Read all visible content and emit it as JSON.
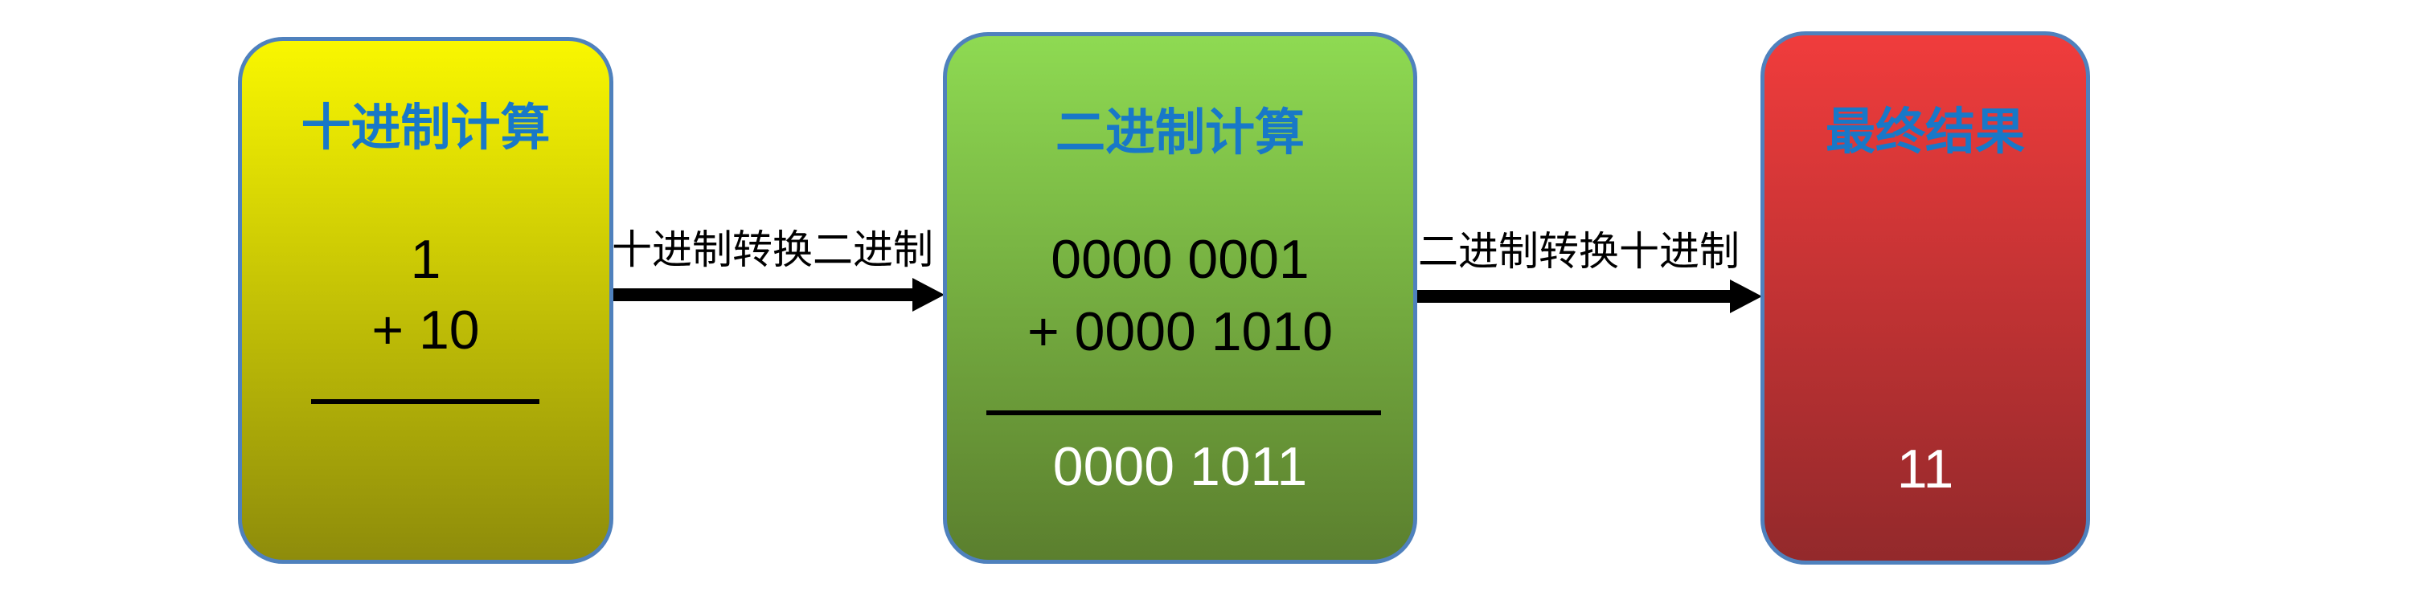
{
  "colors": {
    "border_blue": "#4F81BD",
    "title_blue": "#1878C8",
    "arrow_black": "#000000",
    "yellow_top": "#F9F700",
    "yellow_bottom": "#8E8C0B",
    "green_top": "#8EDA52",
    "green_bottom": "#5B7F2E",
    "red_top": "#F03C3C",
    "red_bottom": "#93292B"
  },
  "boxes": {
    "decimal": {
      "title": "十进制计算",
      "operand1": "1",
      "operand2": "+ 10"
    },
    "binary": {
      "title": "二进制计算",
      "operand1": "0000 0001",
      "operand2": "+ 0000 1010",
      "sum": "0000 1011"
    },
    "result": {
      "title": "最终结果",
      "value": "11"
    }
  },
  "arrows": {
    "to_binary": {
      "label": "十进制转换二进制"
    },
    "to_decimal": {
      "label": "二进制转换十进制"
    }
  }
}
